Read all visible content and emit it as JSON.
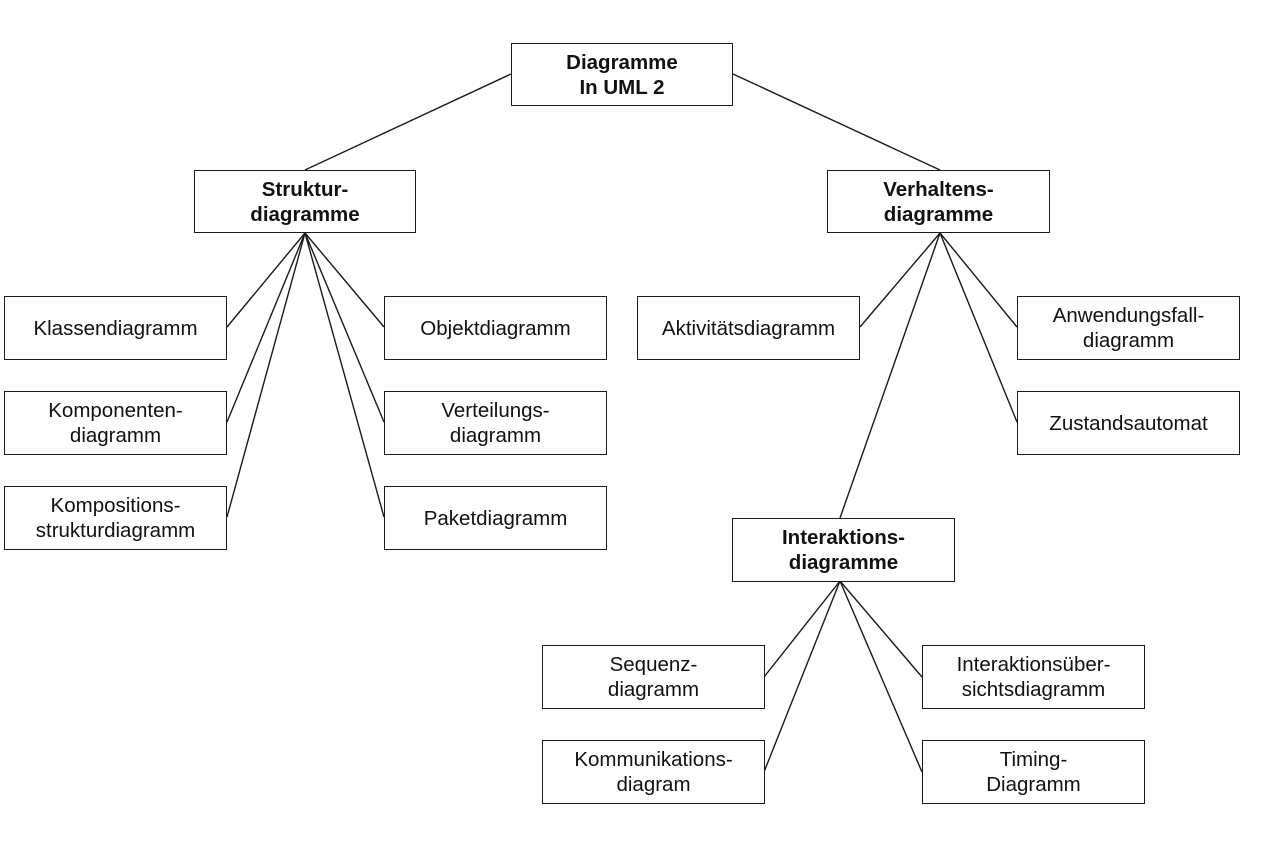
{
  "diagram": {
    "root": {
      "line1": "Diagramme",
      "line2": "In UML 2"
    },
    "struktur": {
      "title": {
        "line1": "Struktur-",
        "line2": "diagramme"
      },
      "klassen": {
        "line1": "Klassendiagramm"
      },
      "komponenten": {
        "line1": "Komponenten-",
        "line2": "diagramm"
      },
      "kompositions": {
        "line1": "Kompositions-",
        "line2": "strukturdiagramm"
      },
      "objekt": {
        "line1": "Objektdiagramm"
      },
      "verteilungs": {
        "line1": "Verteilungs-",
        "line2": "diagramm"
      },
      "paket": {
        "line1": "Paketdiagramm"
      }
    },
    "verhalten": {
      "title": {
        "line1": "Verhaltens-",
        "line2": "diagramme"
      },
      "aktivitaets": {
        "line1": "Aktivitätsdiagramm"
      },
      "anwendungsfall": {
        "line1": "Anwendungsfall-",
        "line2": "diagramm"
      },
      "zustandsautomat": {
        "line1": "Zustandsautomat"
      }
    },
    "interaktion": {
      "title": {
        "line1": "Interaktions-",
        "line2": "diagramme"
      },
      "sequenz": {
        "line1": "Sequenz-",
        "line2": "diagramm"
      },
      "kommunikations": {
        "line1": "Kommunikations-",
        "line2": "diagram"
      },
      "uebersicht": {
        "line1": "Interaktionsüber-",
        "line2": "sichtsdiagramm"
      },
      "timing": {
        "line1": "Timing-",
        "line2": "Diagramm"
      }
    }
  }
}
